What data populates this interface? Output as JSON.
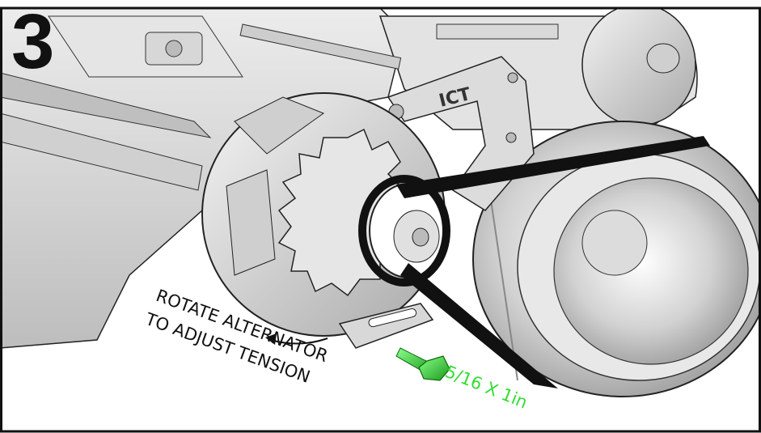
{
  "step": {
    "number": "3"
  },
  "callouts": {
    "rotate_line1": "ROTATE ALTERNATOR",
    "rotate_line2": "TO ADJUST TENSION"
  },
  "bolt": {
    "label": "5/16 X 1in",
    "color": "#33dd33"
  },
  "bracket": {
    "logo": "ICT"
  },
  "colors": {
    "frame": "#111111",
    "belt": "#111111",
    "metal": "#d8d8d8"
  }
}
